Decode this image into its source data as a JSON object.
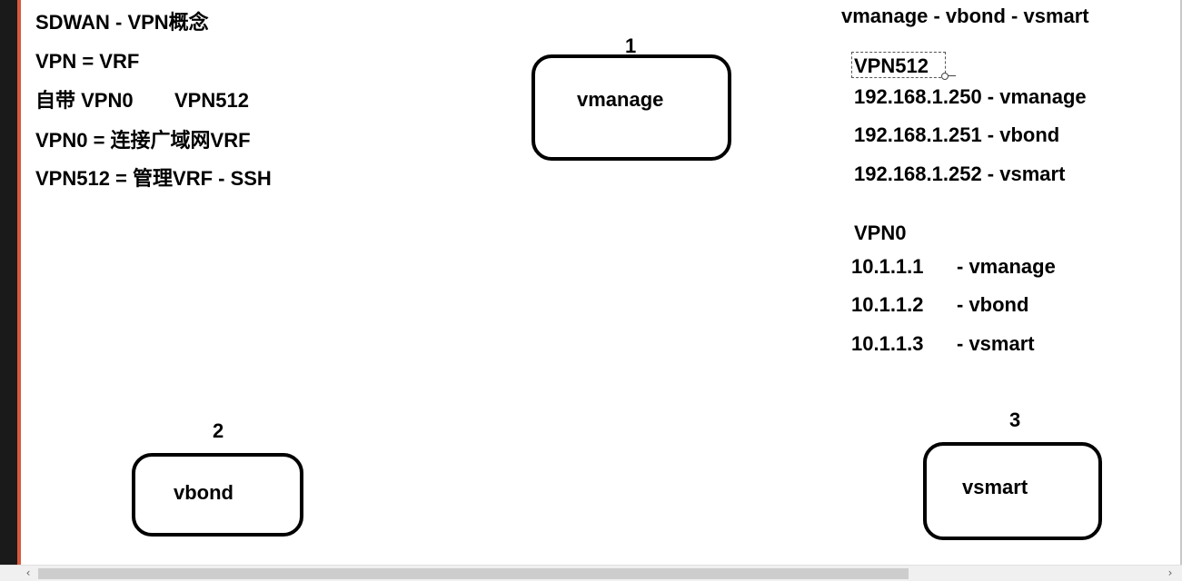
{
  "left_notes": {
    "title": "SDWAN - VPN概念",
    "line1": "VPN = VRF",
    "line2_a": "自带 VPN0",
    "line2_b": "VPN512",
    "line3": "VPN0 = 连接广域网VRF",
    "line4": "VPN512 = 管理VRF - SSH"
  },
  "right_notes": {
    "header": "vmanage - vbond - vsmart",
    "vpn512_label": "VPN512",
    "vpn512_rows": [
      "192.168.1.250 - vmanage",
      "192.168.1.251 - vbond",
      "192.168.1.252 - vsmart"
    ],
    "vpn0_label": "VPN0",
    "vpn0_rows": [
      {
        "ip": "10.1.1.1",
        "name": "- vmanage"
      },
      {
        "ip": "10.1.1.2",
        "name": "- vbond"
      },
      {
        "ip": "10.1.1.3",
        "name": "- vsmart"
      }
    ]
  },
  "nodes": [
    {
      "number": "1",
      "label": "vmanage"
    },
    {
      "number": "2",
      "label": "vbond"
    },
    {
      "number": "3",
      "label": "vsmart"
    }
  ],
  "scrollbar": {
    "left_arrow": "‹",
    "right_arrow": "›"
  }
}
